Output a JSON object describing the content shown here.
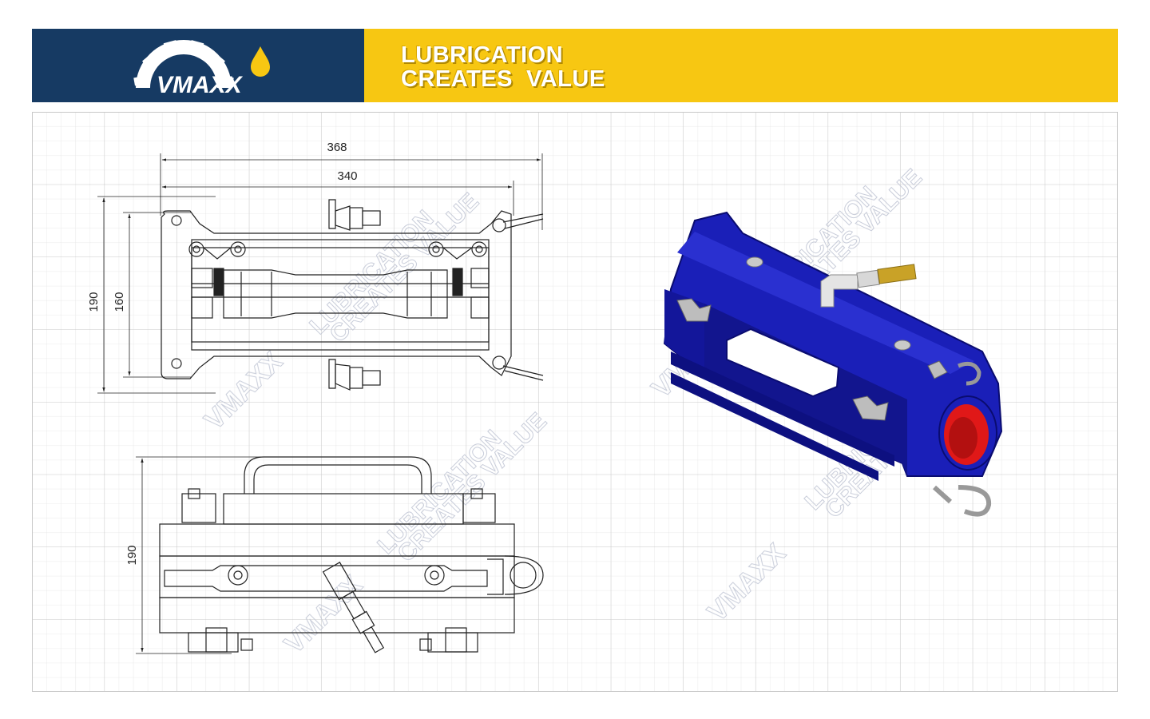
{
  "header": {
    "brand": "VMAXX",
    "slogan_line1": "LUBRICATION",
    "slogan_line2": "CREATES  VALUE",
    "colors": {
      "left_panel": "#163a63",
      "right_panel": "#f7c712",
      "text": "#ffffff"
    }
  },
  "top_view": {
    "dim_overall_width": "368",
    "dim_inner_width": "340",
    "dim_overall_height": "190",
    "dim_inner_height": "160"
  },
  "side_view": {
    "dim_height": "190"
  },
  "watermark": {
    "line1": "LUBRICATION",
    "line2": "CREATES VALUE",
    "brand": "VMAXX"
  },
  "render_3d": {
    "body_color": "#1a1fb8",
    "bore_color": "#e01818",
    "fittings_color": "#c9a227"
  }
}
